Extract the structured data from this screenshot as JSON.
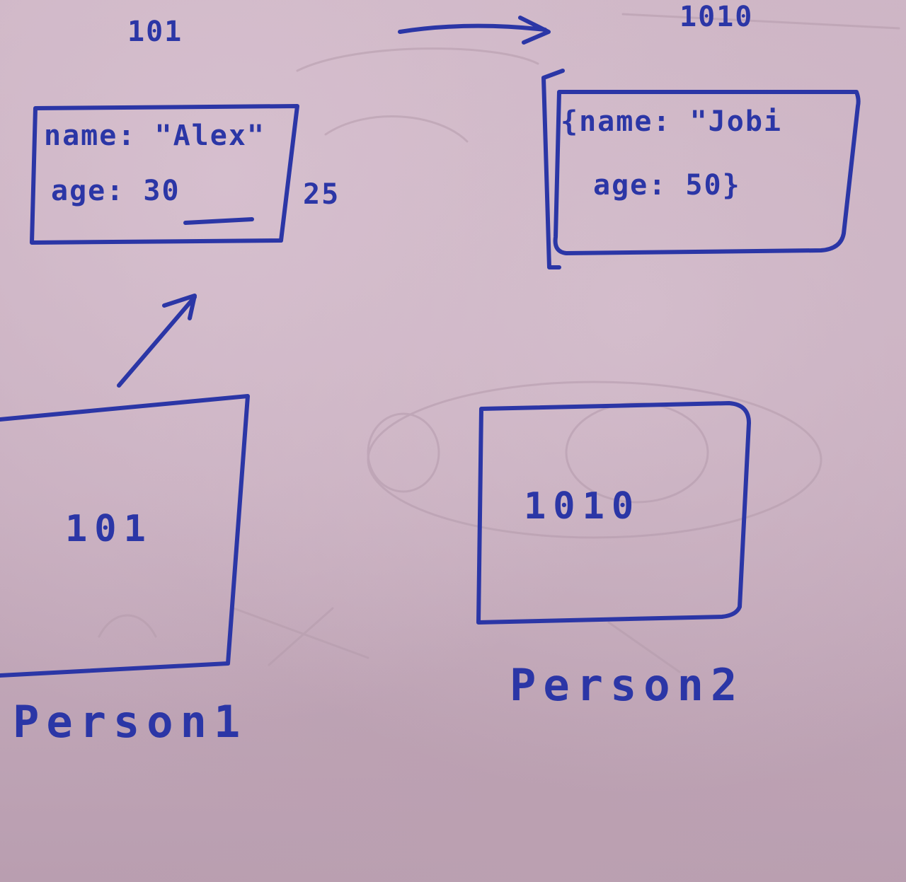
{
  "left_object": {
    "address": "101",
    "name_line": "name: \"Alex\"",
    "age_line": "age: 30",
    "new_age": "25"
  },
  "right_object": {
    "address": "1010",
    "name_line": "{name: \"Jobi",
    "age_line": "age: 50}"
  },
  "variables": [
    {
      "label": "Person1",
      "value": "101"
    },
    {
      "label": "Person2",
      "value": "1010"
    }
  ],
  "colors": {
    "ink": "#2b36a6",
    "paper": "#c9afc0"
  }
}
